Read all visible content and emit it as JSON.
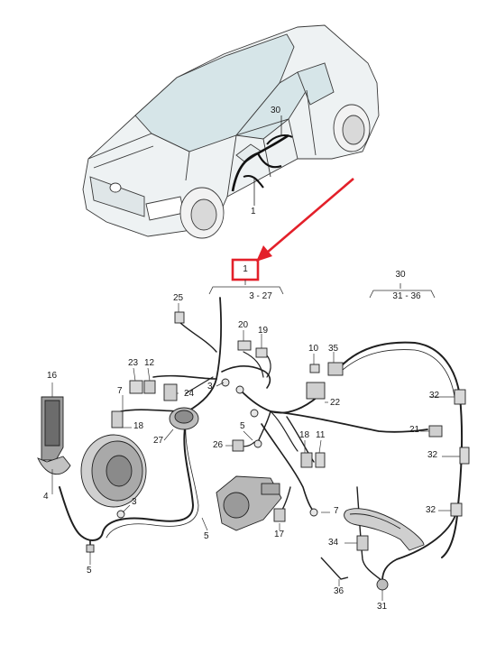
{
  "callouts": {
    "c1": "1",
    "c1_box": "1",
    "c3_27": "3 - 27",
    "c30": "30",
    "c30_top": "30",
    "c31_36": "31 - 36",
    "c25": "25",
    "c20": "20",
    "c19": "19",
    "c10": "10",
    "c35": "35",
    "c23": "23",
    "c12": "12",
    "c16": "16",
    "c7a": "7",
    "c24": "24",
    "c3a": "3",
    "c22": "22",
    "c32a": "32",
    "c18a": "18",
    "c5a": "5",
    "c27": "27",
    "c26": "26",
    "c18b": "18",
    "c11": "11",
    "c21": "21",
    "c32b": "32",
    "c4": "4",
    "c3b": "3",
    "c7b": "7",
    "c32c": "32",
    "c5b": "5",
    "c17": "17",
    "c34": "34",
    "c5c": "5",
    "c36": "36",
    "c31": "31"
  },
  "colors": {
    "highlight": "#e3202a",
    "line": "#1f1f1f",
    "body_tint": "#e9eef0",
    "glass": "#cfe0e4"
  }
}
